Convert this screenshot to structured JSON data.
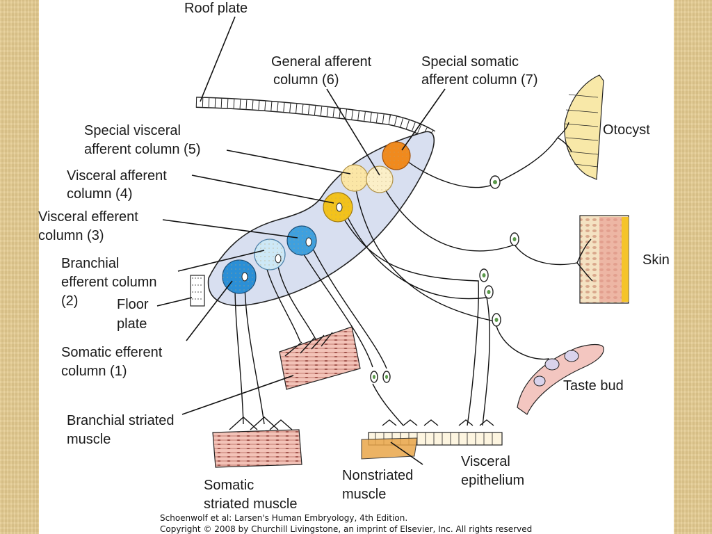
{
  "labels": {
    "roof_plate": "Roof plate",
    "general_afferent_1": "General afferent",
    "general_afferent_2": "column (6)",
    "special_somatic_1": "Special somatic",
    "special_somatic_2": "afferent column (7)",
    "special_visceral_1": "Special visceral",
    "special_visceral_2": "afferent column (5)",
    "visceral_afferent_1": "Visceral afferent",
    "visceral_afferent_2": "column (4)",
    "visceral_efferent_1": "Visceral efferent",
    "visceral_efferent_2": "column (3)",
    "branchial_efferent_1": "Branchial",
    "branchial_efferent_2": "efferent column",
    "branchial_efferent_3": "(2)",
    "floor_plate_1": "Floor",
    "floor_plate_2": "plate",
    "somatic_efferent_1": "Somatic efferent",
    "somatic_efferent_2": "column (1)",
    "branchial_striated_1": "Branchial striated",
    "branchial_striated_2": "muscle",
    "somatic_striated_1": "Somatic",
    "somatic_striated_2": "striated muscle",
    "nonstriated_1": "Nonstriated",
    "nonstriated_2": "muscle",
    "visceral_epithelium_1": "Visceral",
    "visceral_epithelium_2": "epithelium",
    "otocyst": "Otocyst",
    "skin": "Skin",
    "taste_bud": "Taste bud"
  },
  "credit": {
    "line1": "Schoenwolf et al: Larsen's Human Embryology, 4th Edition.",
    "line2": "Copyright © 2008 by Churchill Livingstone, an imprint of Elsevier, Inc. All rights reserved"
  },
  "colors": {
    "slide_border": "#e2c98e",
    "neural_tube": "#d8dff0",
    "somatic_efferent": "#2b8fd6",
    "branchial_efferent": "#cde8f6",
    "visceral_efferent": "#3fa0de",
    "visceral_afferent": "#f2c21c",
    "special_visceral_afferent": "#fbe6a6",
    "general_afferent": "#fbefc8",
    "special_somatic_afferent": "#f08a1e",
    "striated_muscle": "#f0b8b0",
    "otocyst_cells": "#f8e8a8",
    "skin_cells": "#e79a8f"
  }
}
